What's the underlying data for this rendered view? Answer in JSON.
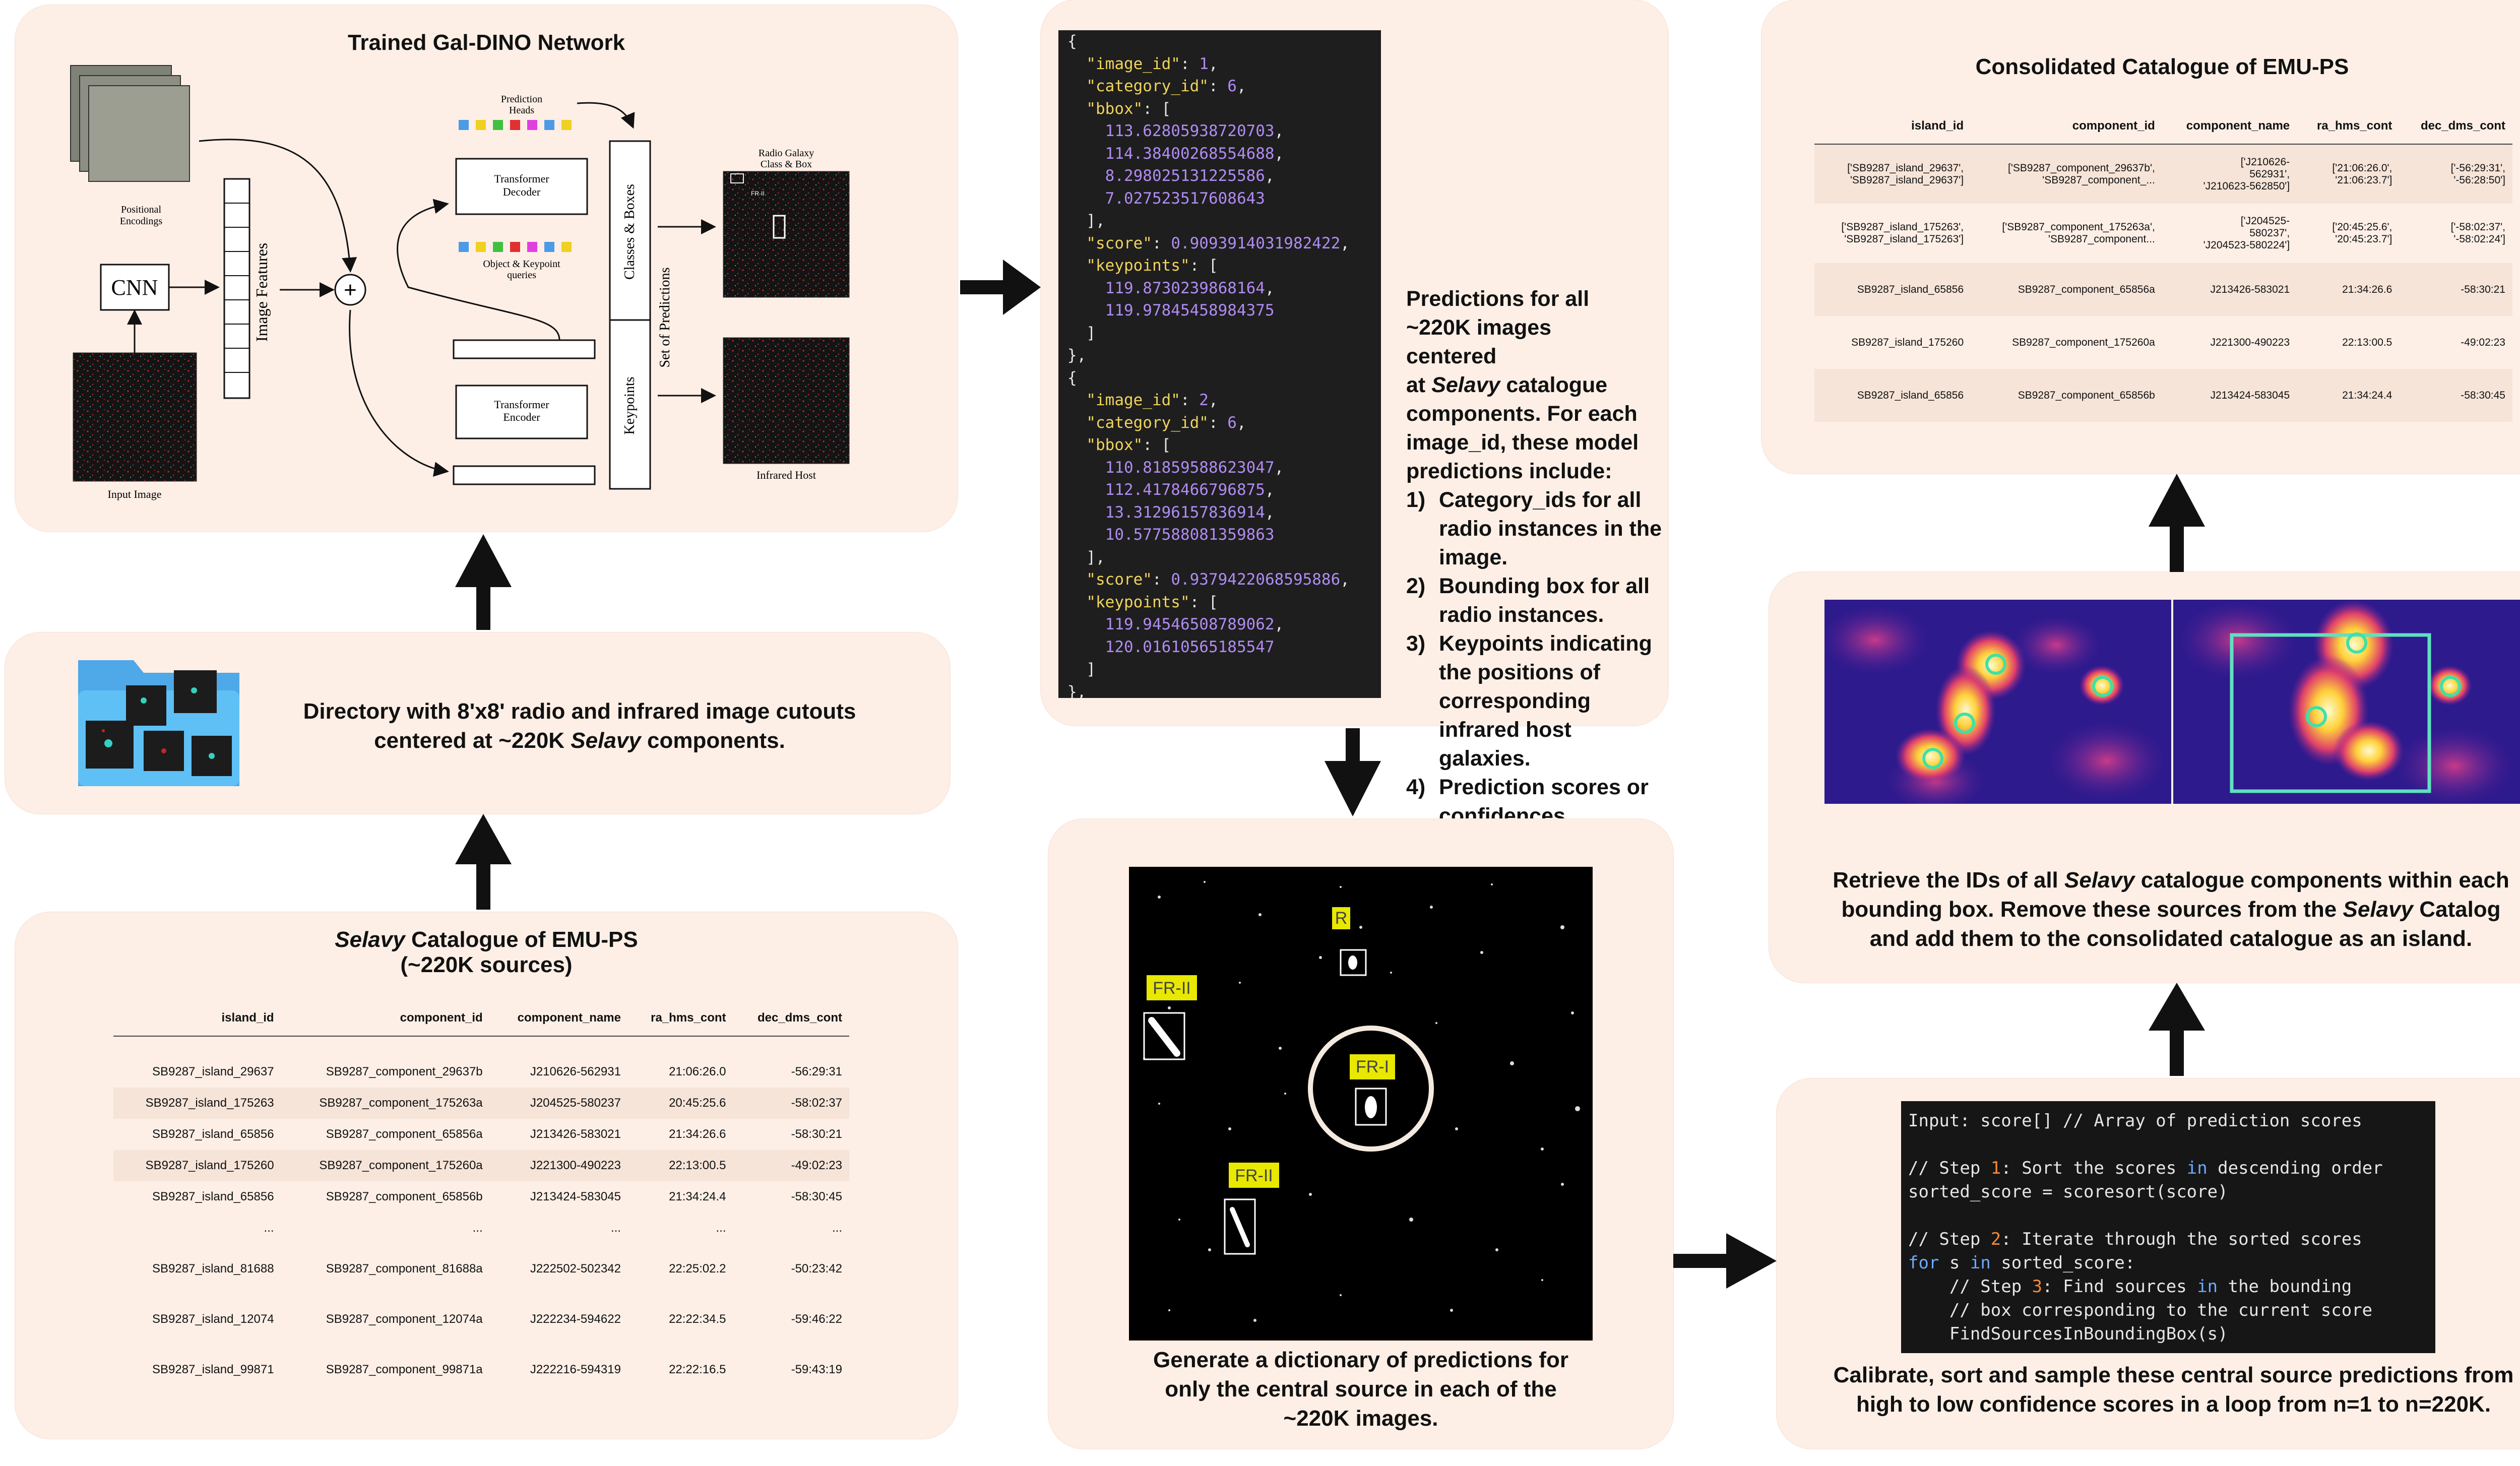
{
  "network": {
    "title": "Trained Gal-DINO Network",
    "positional_encodings": "Positional Encodings",
    "cnn": "CNN",
    "image_features": "Image Features",
    "input_image": "Input Image",
    "prediction_heads": "Prediction Heads",
    "transformer_decoder": "Transformer Decoder",
    "object_keypoint_queries": "Object & Keypoint queries",
    "transformer_encoder": "Transformer Encoder",
    "classes_boxes": "Classes & Boxes",
    "keypoints": "Keypoints",
    "set_of_predictions": "Set of Predictions",
    "radio_galaxy": "Radio Galaxy Class & Box",
    "infrared_host": "Infrared Host",
    "fr_label": "FR-II",
    "plus": "+"
  },
  "directory": {
    "text_line1": "Directory with 8'x8' radio and infrared image cutouts",
    "text_line2": "centered at ~220K ",
    "text_line2_italic": "Selavy",
    "text_line2_end": " components."
  },
  "selavy": {
    "title_italic": "Selavy",
    "title_rest": " Catalogue of EMU-PS",
    "subtitle": "(~220K sources)",
    "columns": [
      "island_id",
      "component_id",
      "component_name",
      "ra_hms_cont",
      "dec_dms_cont"
    ],
    "rows": [
      [
        "SB9287_island_29637",
        "SB9287_component_29637b",
        "J210626-562931",
        "21:06:26.0",
        "-56:29:31"
      ],
      [
        "SB9287_island_175263",
        "SB9287_component_175263a",
        "J204525-580237",
        "20:45:25.6",
        "-58:02:37"
      ],
      [
        "SB9287_island_65856",
        "SB9287_component_65856a",
        "J213426-583021",
        "21:34:26.6",
        "-58:30:21"
      ],
      [
        "SB9287_island_175260",
        "SB9287_component_175260a",
        "J221300-490223",
        "22:13:00.5",
        "-49:02:23"
      ],
      [
        "SB9287_island_65856",
        "SB9287_component_65856b",
        "J213424-583045",
        "21:34:24.4",
        "-58:30:45"
      ],
      [
        "...",
        "...",
        "...",
        "...",
        "..."
      ],
      [
        "SB9287_island_81688",
        "SB9287_component_81688a",
        "J222502-502342",
        "22:25:02.2",
        "-50:23:42"
      ],
      [
        "SB9287_island_12074",
        "SB9287_component_12074a",
        "J222234-594622",
        "22:22:34.5",
        "-59:46:22"
      ],
      [
        "SB9287_island_99871",
        "SB9287_component_99871a",
        "J222216-594319",
        "22:22:16.5",
        "-59:43:19"
      ]
    ]
  },
  "predictions": {
    "json_lines": [
      "{",
      "  \"image_id\": 1,",
      "  \"category_id\": 6,",
      "  \"bbox\": [",
      "    113.62805938720703,",
      "    114.38400268554688,",
      "    8.298025131225586,",
      "    7.027523517608643",
      "  ],",
      "  \"score\": 0.9093914031982422,",
      "  \"keypoints\": [",
      "    119.8730239868164,",
      "    119.97845458984375",
      "  ]",
      "},",
      "{",
      "  \"image_id\": 2,",
      "  \"category_id\": 6,",
      "  \"bbox\": [",
      "    110.81859588623047,",
      "    112.4178466796875,",
      "    13.31296157836914,",
      "    10.577588081359863",
      "  ],",
      "  \"score\": 0.9379422068595886,",
      "  \"keypoints\": [",
      "    119.94546508789062,",
      "    120.01610565185547",
      "  ]",
      "},"
    ],
    "intro_lines": [
      "Predictions for all",
      "~220K images",
      "centered",
      "at ",
      "Selavy",
      " catalogue",
      "components. For each",
      "image_id, these model",
      "predictions include:"
    ],
    "items": [
      {
        "num": "1)",
        "text": "Category_ids for all radio instances in the image."
      },
      {
        "num": "2)",
        "text": "Bounding box for all radio instances."
      },
      {
        "num": "3)",
        "text": "Keypoints indicating the positions of corresponding infrared host galaxies."
      },
      {
        "num": "4)",
        "text": "Prediction scores or confidences."
      }
    ]
  },
  "dictionary": {
    "labels": {
      "r": "R",
      "fr1": "FR-I",
      "fr2a": "FR-II",
      "fr2b": "FR-II"
    },
    "caption_lines": [
      "Generate a dictionary of predictions for",
      "only the central source in each of the",
      "~220K images."
    ]
  },
  "calibrate": {
    "code_lines": [
      "Input: score[] // Array of prediction scores",
      "",
      "// Step 1: Sort the scores in descending order",
      "sorted_score = scoresort(score)",
      "",
      "// Step 2: Iterate through the sorted scores",
      "for s in sorted_score:",
      "    // Step 3: Find sources in the bounding",
      "    // box corresponding to the current score",
      "    FindSourcesInBoundingBox(s)"
    ],
    "caption_lines": [
      "Calibrate, sort and sample these central source predictions from",
      "high to low confidence scores in a loop from n=1 to n=220K."
    ]
  },
  "retrieve": {
    "caption_l1_a": "Retrieve the IDs of all ",
    "caption_l1_i": "Selavy",
    "caption_l1_b": " catalogue components within each",
    "caption_l2_a": "bounding box. Remove these sources from the ",
    "caption_l2_i": "Selavy",
    "caption_l2_b": " Catalog",
    "caption_l3": "and add them to the consolidated catalogue as an island."
  },
  "consolidated": {
    "title": "Consolidated Catalogue of EMU-PS",
    "columns": [
      "island_id",
      "component_id",
      "component_name",
      "ra_hms_cont",
      "dec_dms_cont"
    ],
    "rows": [
      [
        [
          "['SB9287_island_29637',",
          "'SB9287_island_29637']"
        ],
        [
          "['SB9287_component_29637b',",
          "'SB9287_component_..."
        ],
        [
          "['J210626-",
          "562931',",
          "'J210623-562850']"
        ],
        [
          "['21:06:26.0',",
          "'21:06:23.7']"
        ],
        [
          "['-56:29:31',",
          "'-56:28:50']"
        ]
      ],
      [
        [
          "['SB9287_island_175263',",
          "'SB9287_island_175263']"
        ],
        [
          "['SB9287_component_175263a',",
          "'SB9287_component..."
        ],
        [
          "['J204525-",
          "580237',",
          "'J204523-580224']"
        ],
        [
          "['20:45:25.6',",
          "'20:45:23.7']"
        ],
        [
          "['-58:02:37',",
          "'-58:02:24']"
        ]
      ],
      [
        [
          "SB9287_island_65856"
        ],
        [
          "SB9287_component_65856a"
        ],
        [
          "J213426-583021"
        ],
        [
          "21:34:26.6"
        ],
        [
          "-58:30:21"
        ]
      ],
      [
        [
          "SB9287_island_175260"
        ],
        [
          "SB9287_component_175260a"
        ],
        [
          "J221300-490223"
        ],
        [
          "22:13:00.5"
        ],
        [
          "-49:02:23"
        ]
      ],
      [
        [
          "SB9287_island_65856"
        ],
        [
          "SB9287_component_65856b"
        ],
        [
          "J213424-583045"
        ],
        [
          "21:34:24.4"
        ],
        [
          "-58:30:45"
        ]
      ]
    ]
  },
  "colors": {
    "panel": "#fdefe6",
    "json_key": "#f1d45c",
    "json_number": "#b08cf3",
    "label_yellow": "#e8e800",
    "box_teal": "#5fe0c0"
  }
}
